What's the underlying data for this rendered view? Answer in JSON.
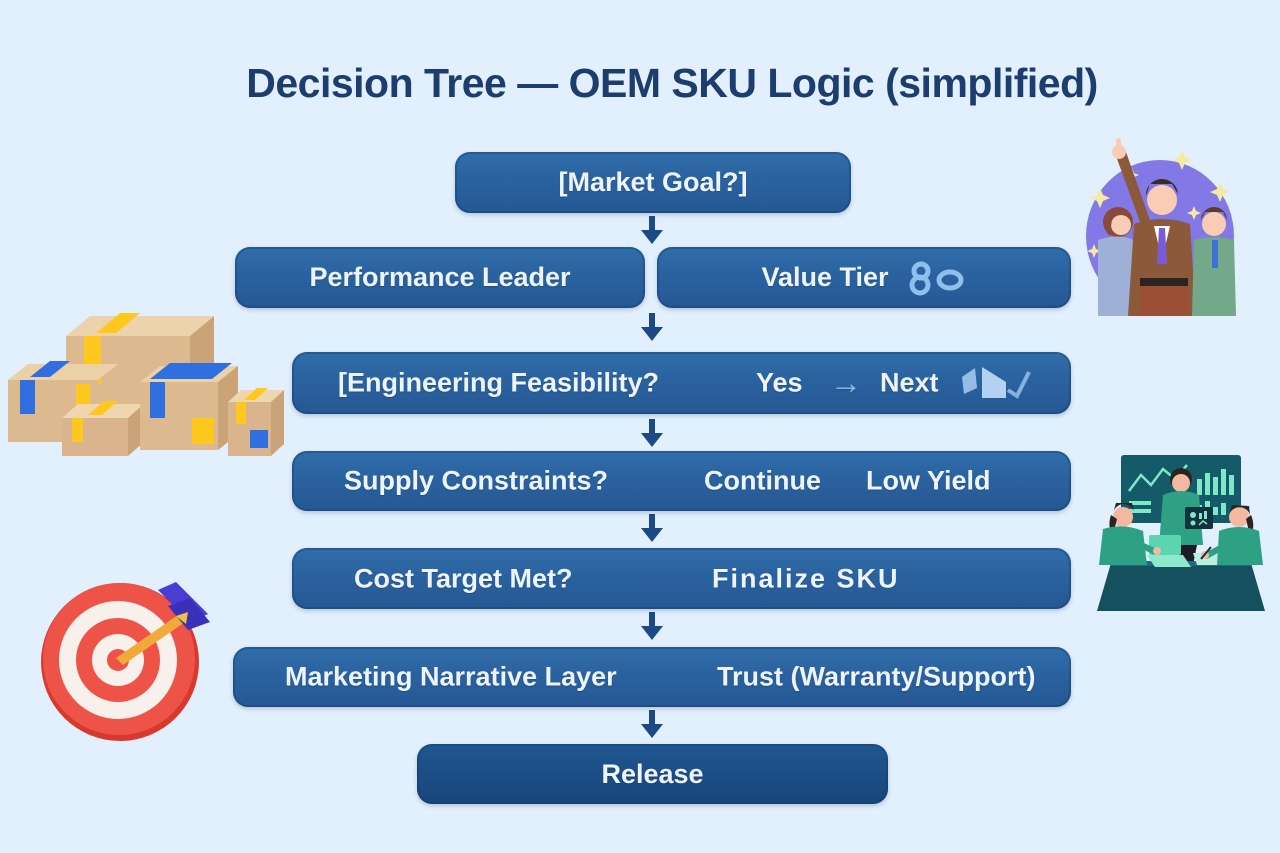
{
  "title": "Decision Tree — OEM SKU Logic (simplified)",
  "flow": {
    "market_goal": "[Market Goal?]",
    "performance_leader": "Performance Leader",
    "value_tier": "Value Tier",
    "engineering_question": "[Engineering Feasibility?",
    "engineering_yes": "Yes",
    "engineering_arrow": "→",
    "engineering_next": "Next",
    "supply_question": "Supply Constraints?",
    "supply_continue": "Continue",
    "supply_low_yield": "Low Yield",
    "cost_question": "Cost Target Met?",
    "cost_action": "Finalize SKU",
    "marketing_label": "Marketing Narrative Layer",
    "marketing_note": "Trust (Warranty/Support)",
    "release": "Release"
  },
  "colors": {
    "background": "#e2effc",
    "node_fill": "#2a62a0",
    "release_fill": "#1c4d85",
    "arrow": "#1b4a87",
    "title_text": "#1c3d6e",
    "node_text": "#eef4fb",
    "icon_light_blue": "#8fc0ec"
  },
  "icons": {
    "value_tier_icon": "loop-and-ring-doodle",
    "engineering_icon": "folded-wing-check",
    "yes_next_arrow_icon": "right-arrow",
    "flow_connector_icon": "down-arrow"
  },
  "illustrations": {
    "packages": "stack of cardboard shipping boxes with yellow and blue tape",
    "dartboard": "red-and-white dartboard with dart in bullseye",
    "team_celebration": "three colleagues celebrating, man pointing upward with stars",
    "team_meeting": "three people reviewing charts at a meeting table"
  }
}
